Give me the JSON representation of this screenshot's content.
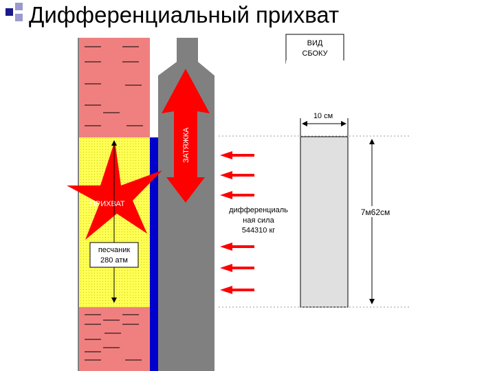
{
  "slide": {
    "title": "Дифференциальный прихват"
  },
  "labels": {
    "side_view": "ВИД\nСБОКУ",
    "pull": "ЗАТЯЖКА",
    "stuck": "ПРИХВАТ",
    "sandstone": "песчаник\n280 атм",
    "diff_force": "дифференциаль\nная сила\n544310 кг",
    "width": "10 см",
    "height": "7м62см"
  },
  "colors": {
    "shale": "#f08080",
    "sandstone": "#ffff55",
    "mudcake": "#0000cc",
    "pipe": "#808080",
    "arrow": "#ff0000",
    "contact": "#e0e0e0"
  }
}
